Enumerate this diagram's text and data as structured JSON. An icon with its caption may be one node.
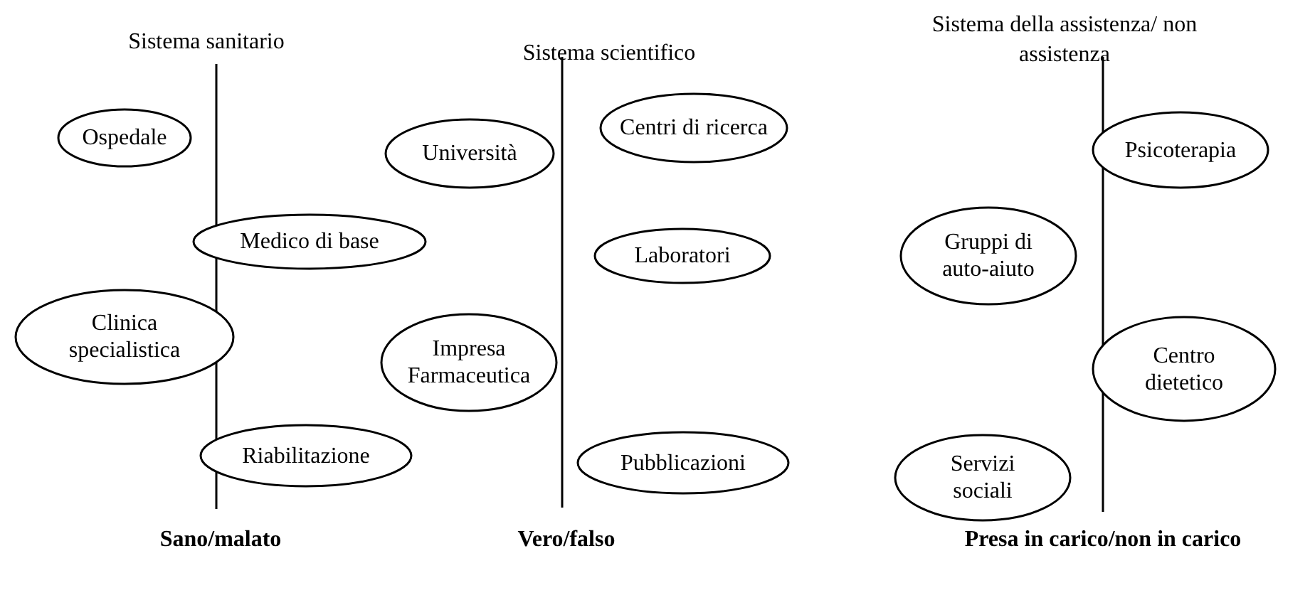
{
  "diagram": {
    "nodes": [
      {
        "text": [
          "Ospedale"
        ]
      },
      {
        "text": [
          "Medico di base"
        ]
      },
      {
        "text": [
          "Clinica specialistica"
        ]
      },
      {
        "text": [
          "Riabilitazione"
        ]
      },
      {
        "text": [
          "Università"
        ]
      },
      {
        "text": [
          "Centri di ricerca"
        ]
      },
      {
        "text": [
          "Laboratori"
        ]
      },
      {
        "text": [
          "Impresa Farmaceutica"
        ]
      },
      {
        "text": [
          "Pubblicazioni"
        ]
      },
      {
        "text": [
          "Psicoterapia"
        ]
      },
      {
        "text": [
          "Gruppi di auto-aiuto"
        ]
      },
      {
        "text": [
          "Centro dietetico"
        ]
      },
      {
        "text": [
          "Servizi sociali"
        ]
      }
    ],
    "edges": [],
    "labels": [
      "Sistema sanitario",
      "Sistema scientifico",
      "Sistema della assistenza/ non assistenza",
      "Sano/malato",
      "Vero/falso",
      "Presa in carico/non in carico"
    ]
  }
}
